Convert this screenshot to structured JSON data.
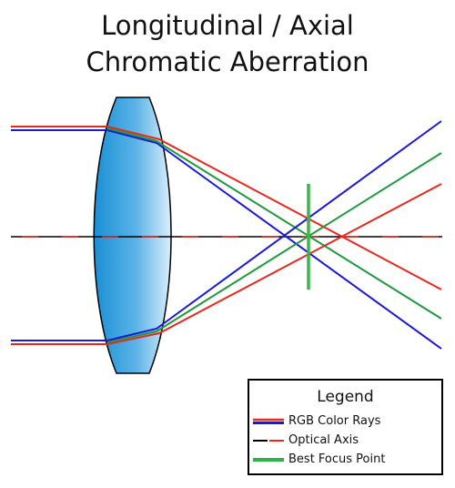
{
  "title_line1": "Longitudinal / Axial",
  "title_line2": "Chromatic Aberration",
  "legend": {
    "heading": "Legend",
    "items": [
      {
        "label": "RGB Color Rays",
        "colors": [
          "#e8281e",
          "#1818d8"
        ]
      },
      {
        "label": "Optical Axis",
        "colors": [
          "#000000",
          "#e8281e"
        ]
      },
      {
        "label": "Best Focus Point",
        "colors": [
          "#2eb24a"
        ]
      }
    ]
  },
  "colors": {
    "red": "#e8281e",
    "green": "#1d9a3c",
    "blue": "#1818d8",
    "focus_green": "#3cb54a",
    "lens_dark": "#1a8fd6",
    "lens_light": "#d9ecfa",
    "axis_black": "#000000"
  }
}
